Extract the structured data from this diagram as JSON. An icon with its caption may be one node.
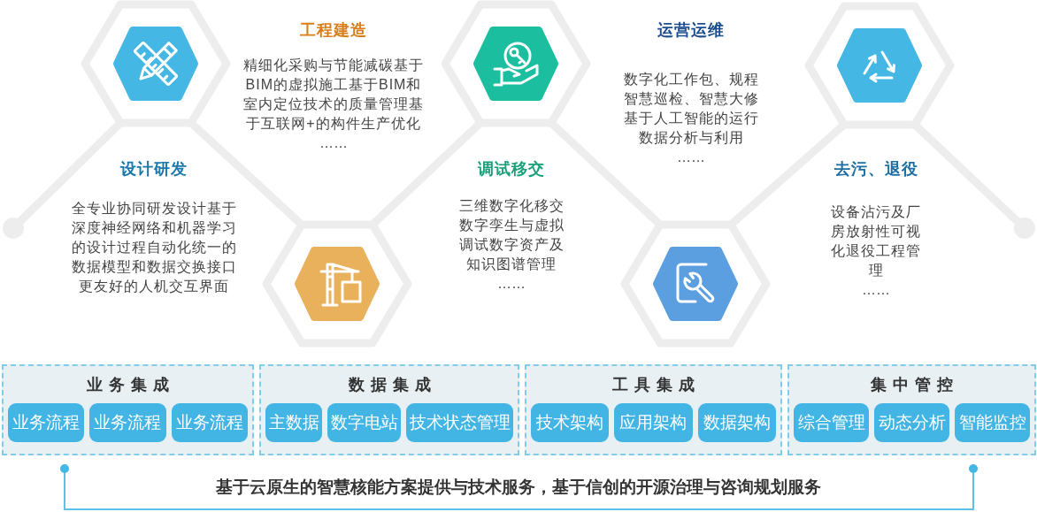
{
  "diagram": {
    "nodes": [
      {
        "text": [],
        "shape": "hexagon",
        "beside": [
          "设计研发",
          "全专业协同研发设计基于深度神经网络和机器学习的设计过程自动化统一的数据模型和数据交换接口更友好的人机交互界面"
        ]
      },
      {
        "text": [],
        "shape": "hexagon",
        "beside": [
          "工程建造",
          "精细化采购与节能减碳基于BIM的虚拟施工基于BIM和室内定位技术的质量管理基于互联网+的构件生产优化",
          "……"
        ]
      },
      {
        "text": [],
        "shape": "hexagon",
        "beside": [
          "调试移交",
          "三维数字化移交数字孪生与虚拟调试数字资产及知识图谱管理",
          "……"
        ]
      },
      {
        "text": [],
        "shape": "hexagon",
        "beside": [
          "运营运维",
          "数字化工作包、规程智慧巡检、智慧大修基于人工智能的运行数据分析与利用",
          "……"
        ]
      },
      {
        "text": [],
        "shape": "hexagon",
        "beside": [
          "去污、退役",
          "设备沾污及厂房放射性可视化退役工程管理",
          "……"
        ]
      },
      {
        "text": [
          "业务集成"
        ]
      },
      {
        "text": [
          "业务流程"
        ],
        "in": 5
      },
      {
        "text": [
          "业务流程"
        ],
        "in": 5
      },
      {
        "text": [
          "业务流程"
        ],
        "in": 5
      },
      {
        "text": [
          "数据集成"
        ]
      },
      {
        "text": [
          "主数据"
        ],
        "in": 9
      },
      {
        "text": [
          "数字电站"
        ],
        "in": 9
      },
      {
        "text": [
          "技术状态管理"
        ],
        "in": 9
      },
      {
        "text": [
          "工具集成"
        ]
      },
      {
        "text": [
          "技术架构"
        ],
        "in": 13
      },
      {
        "text": [
          "应用架构"
        ],
        "in": 13
      },
      {
        "text": [
          "数据架构"
        ],
        "in": 13
      },
      {
        "text": [
          "集中管控"
        ]
      },
      {
        "text": [
          "综合管理"
        ],
        "in": 17
      },
      {
        "text": [
          "动态分析"
        ],
        "in": 17
      },
      {
        "text": [
          "智能监控"
        ],
        "in": 17
      }
    ],
    "edges": [
      {
        "from": null,
        "to": 0,
        "arrow": "other"
      },
      {
        "from": 0,
        "to": 1,
        "arrow": "none"
      },
      {
        "from": 1,
        "to": 2,
        "arrow": "none"
      },
      {
        "from": 2,
        "to": 3,
        "arrow": "none"
      },
      {
        "from": 3,
        "to": 4,
        "arrow": "none"
      },
      {
        "from": 4,
        "to": null,
        "arrow": "other"
      }
    ],
    "labels": [
      "基于云原生的智慧核能方案提供与技术服务，基于信创的开源治理与咨询规划服务"
    ]
  }
}
